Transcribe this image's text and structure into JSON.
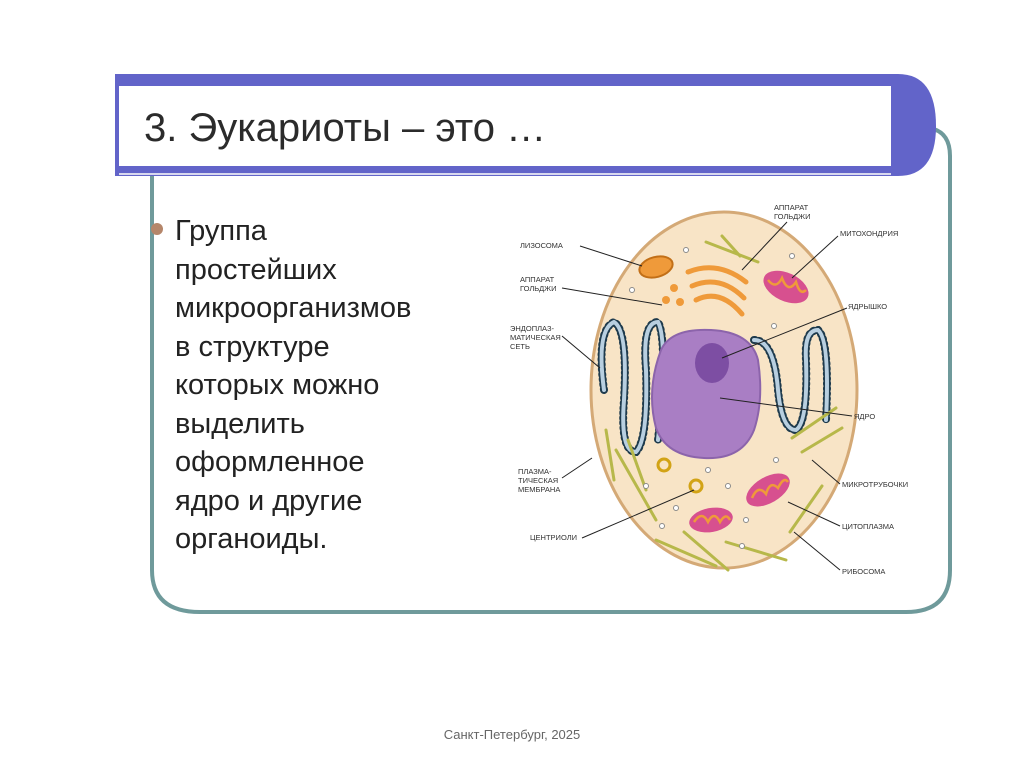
{
  "slide": {
    "title": "3. Эукариоты – это …",
    "bullet_text": "Группа\nпростейших\nмикроорганизмов\nв структуре\nкоторых можно\nвыделить\nоформленное\nядро и другие\nорганоиды.",
    "footer": "Санкт-Петербург, 2025"
  },
  "diagram": {
    "labels": {
      "golgi_top_1": "АППАРАТ",
      "golgi_top_2": "ГОЛЬДЖИ",
      "lysosome": "ЛИЗОСОМА",
      "mitochondrion": "МИТОХОНДРИЯ",
      "golgi_left_1": "АППАРАТ",
      "golgi_left_2": "ГОЛЬДЖИ",
      "nucleolus": "ЯДРЫШКО",
      "er_1": "ЭНДОПЛАЗ-",
      "er_2": "МАТИЧЕСКАЯ",
      "er_3": "СЕТЬ",
      "nucleus": "ЯДРО",
      "membrane_1": "ПЛАЗМА-",
      "membrane_2": "ТИЧЕСКАЯ",
      "membrane_3": "МЕМБРАНА",
      "microtubules": "МИКРОТРУБОЧКИ",
      "centrioles": "ЦЕНТРИОЛИ",
      "cytoplasm": "ЦИТОПЛАЗМА",
      "ribosome": "РИБОСОМА"
    }
  },
  "colors": {
    "header_bar": "#6264c9",
    "frame_border": "#6f9a9b",
    "cytoplasm": "#f8e4c6",
    "nucleus": "#a97ec4",
    "nucleolus": "#7d4ea3",
    "organelle_orange": "#ef9a3a",
    "mitochondrion": "#d7508f",
    "microtubule": "#b7b84a",
    "er_blue": "#b8cfe0",
    "bullet": "#b5866a"
  }
}
